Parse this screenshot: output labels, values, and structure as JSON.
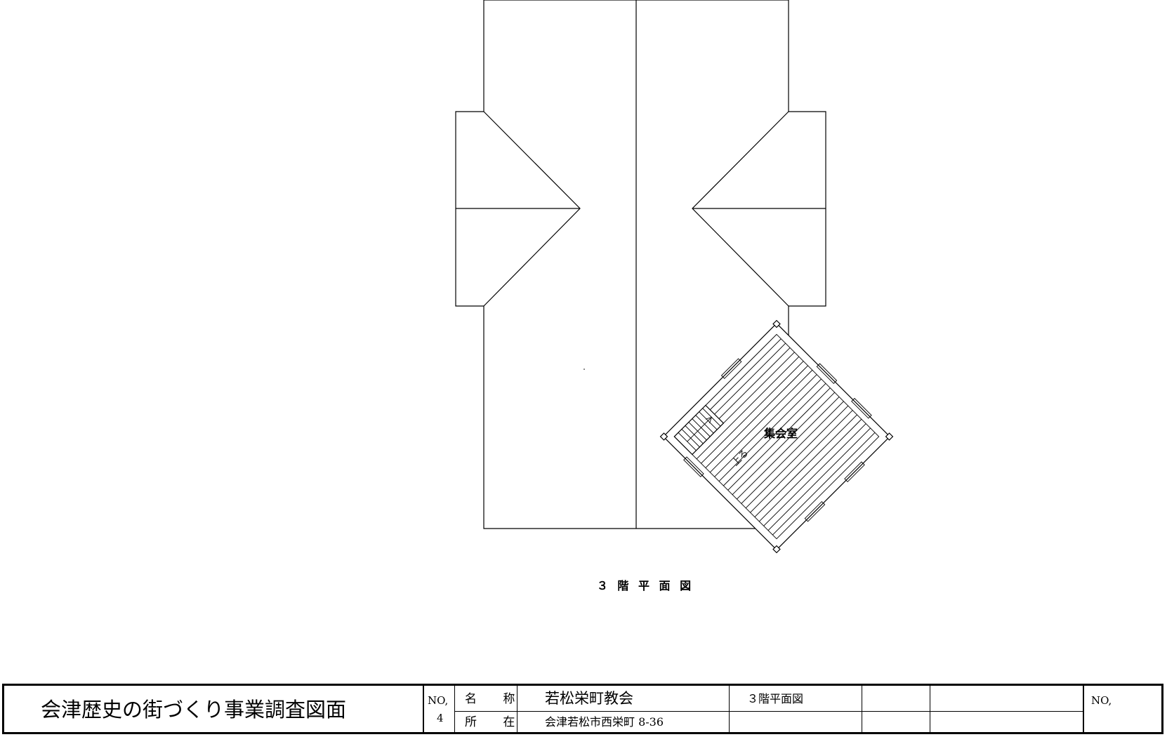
{
  "drawing": {
    "room_label": "集会室",
    "stair_label": "上る",
    "caption": "３ 階 平 面 図"
  },
  "title_block": {
    "project_title": "会津歴史の街づくり事業調査図面",
    "no_label": "NO,",
    "no_value": "4",
    "name_label": "名 称",
    "name_value": "若松栄町教会",
    "location_label": "所 在",
    "location_value": "会津若松市西栄町 8-36",
    "sheet_title": "３階平面図",
    "right_no_label": "NO,"
  }
}
